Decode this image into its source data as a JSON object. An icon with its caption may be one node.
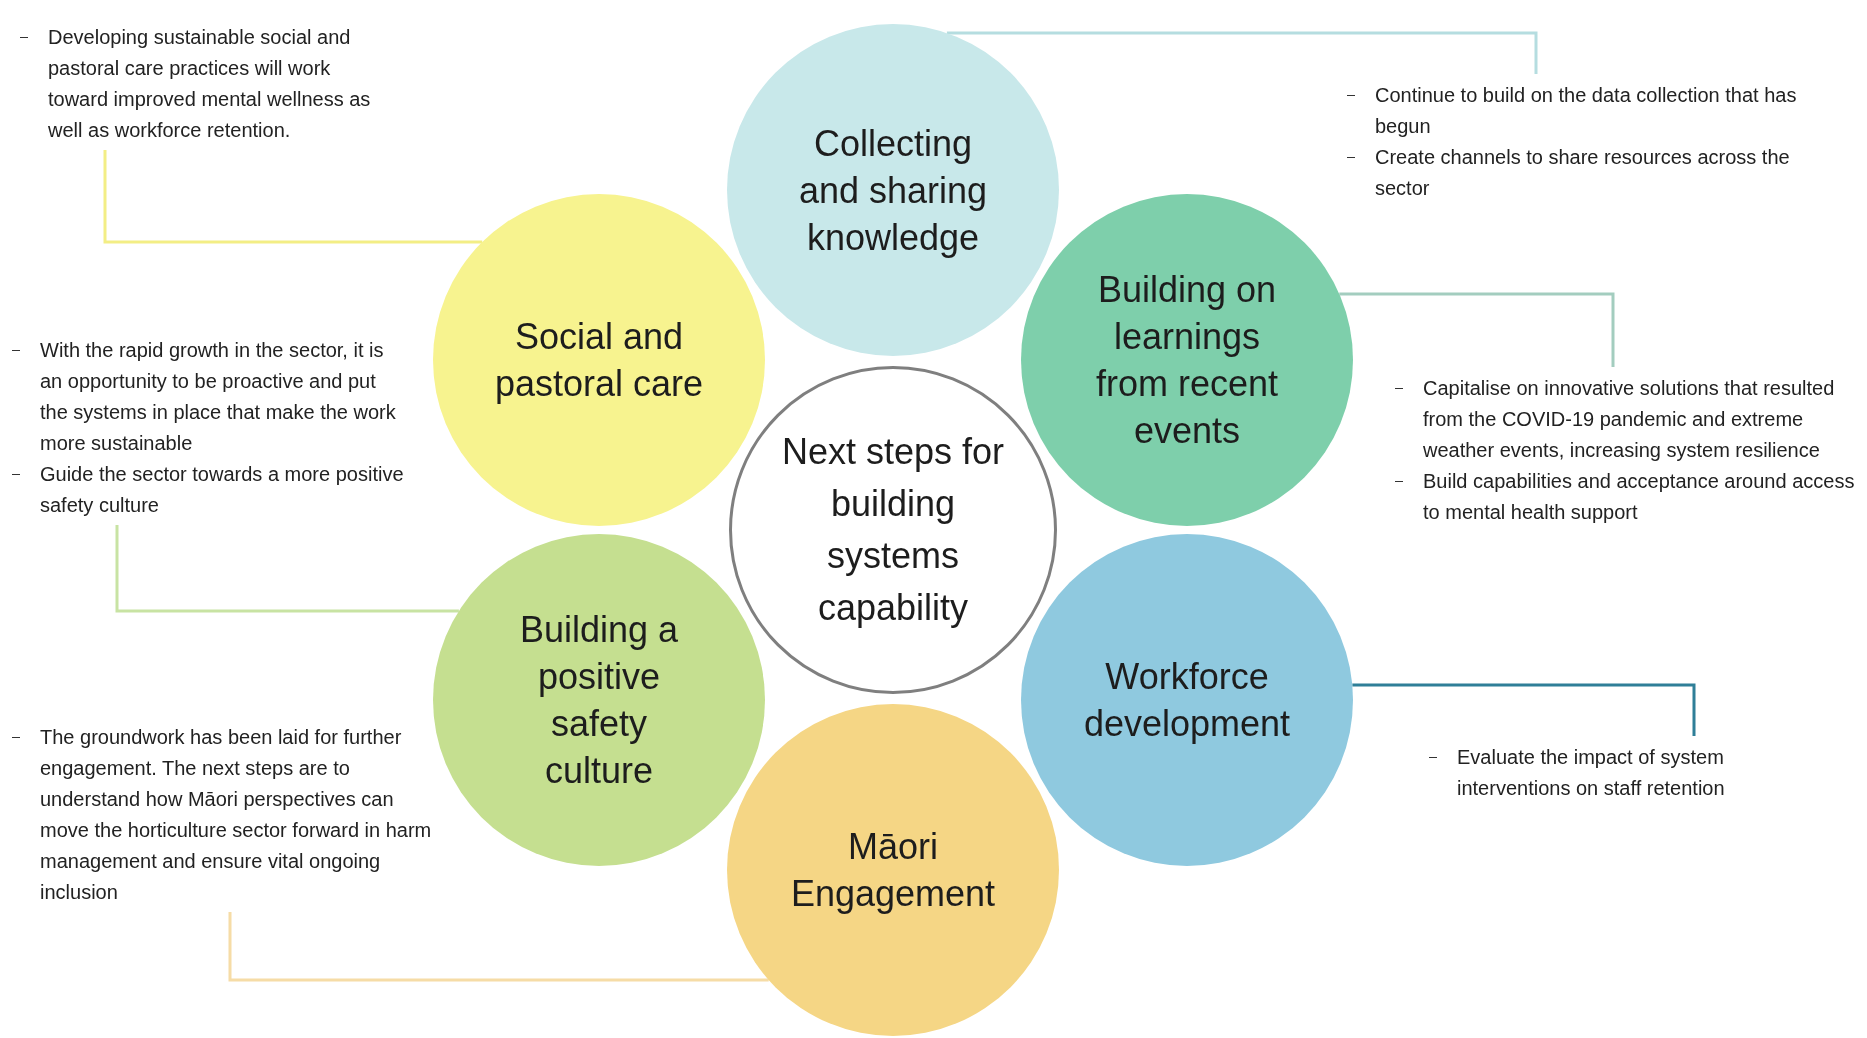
{
  "diagram": {
    "nodes": [
      {
        "text": [
          "Developing sustainable social and pastoral care practices will work toward improved mental wellness as well as workforce retention."
        ]
      },
      {
        "text": [
          "Collecting and sharing knowledge"
        ]
      },
      {
        "text": [
          "Continue to build on the data collection that has begun",
          "Create channels to share resources across the sector"
        ]
      },
      {
        "text": [
          "Social and pastoral care"
        ]
      },
      {
        "text": [
          "Building on learnings from recent events"
        ]
      },
      {
        "text": [
          "With the rapid growth in the sector, it is an opportunity to be proactive and put the systems in place that make the work more sustainable",
          "Guide the sector towards a more positive safety culture"
        ]
      },
      {
        "text": [
          "Next steps for building systems capability"
        ]
      },
      {
        "text": [
          "Capitalise on innovative solutions that resulted from the COVID-19 pandemic and extreme weather events, increasing system resilience",
          "Build capabilities and acceptance around access to mental health support"
        ]
      },
      {
        "text": [
          "Building a positive safety culture"
        ]
      },
      {
        "text": [
          "Workforce development"
        ]
      },
      {
        "text": [
          "Evaluate the impact of system interventions on staff retention"
        ]
      },
      {
        "text": [
          "The groundwork has been laid for further engagement. The next steps are to understand how Māori perspectives can move the horticulture sector forward in harm management and ensure vital ongoing inclusion"
        ]
      },
      {
        "text": [
          "Māori Engagement"
        ]
      }
    ],
    "edges": [
      {
        "from": 3,
        "to": 0,
        "arrow": "none",
        "color": "#f3ee85"
      },
      {
        "from": 1,
        "to": 2,
        "arrow": "none",
        "color": "#b5dde0"
      },
      {
        "from": 4,
        "to": 7,
        "arrow": "none",
        "color": "#a3cdbf"
      },
      {
        "from": 8,
        "to": 5,
        "arrow": "none",
        "color": "#c8e3a3"
      },
      {
        "from": 9,
        "to": 10,
        "arrow": "none",
        "color": "#2f7f98"
      },
      {
        "from": 12,
        "to": 11,
        "arrow": "none",
        "color": "#f6dca6"
      }
    ]
  }
}
